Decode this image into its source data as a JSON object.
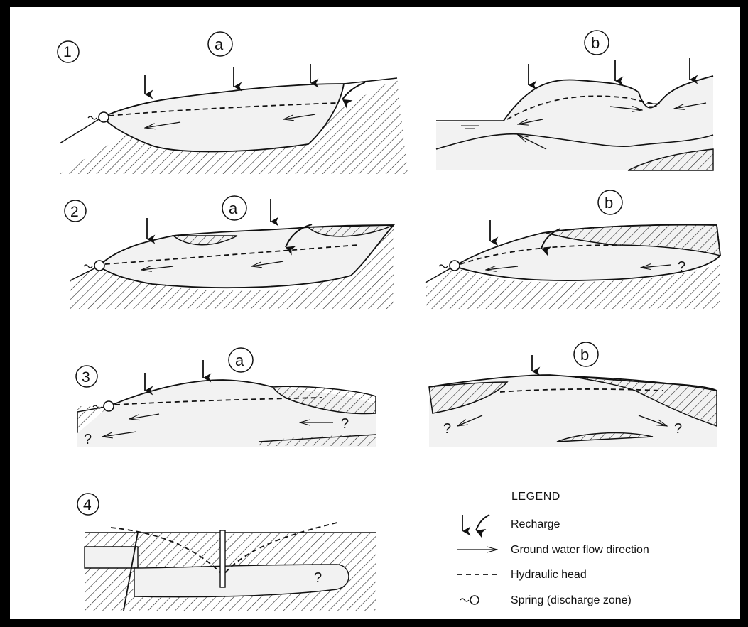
{
  "panels": [
    {
      "number": "1",
      "left_label": "a",
      "right_label": "b"
    },
    {
      "number": "2",
      "left_label": "a",
      "right_label": "b"
    },
    {
      "number": "3",
      "left_label": "a",
      "right_label": "b"
    },
    {
      "number": "4"
    }
  ],
  "unknown_marker": "?",
  "legend": {
    "title": "LEGEND",
    "items": [
      {
        "icon": "recharge-arrows-icon",
        "label": "Recharge"
      },
      {
        "icon": "flow-arrow-icon",
        "label": "Ground water flow direction"
      },
      {
        "icon": "dashed-line-icon",
        "label": "Hydraulic head"
      },
      {
        "icon": "spring-icon",
        "label": "Spring (discharge zone)"
      }
    ]
  },
  "colors": {
    "background": "#000000",
    "paper": "#ffffff",
    "aquifer_fill": "#f3f3f3",
    "ink": "#111111"
  }
}
